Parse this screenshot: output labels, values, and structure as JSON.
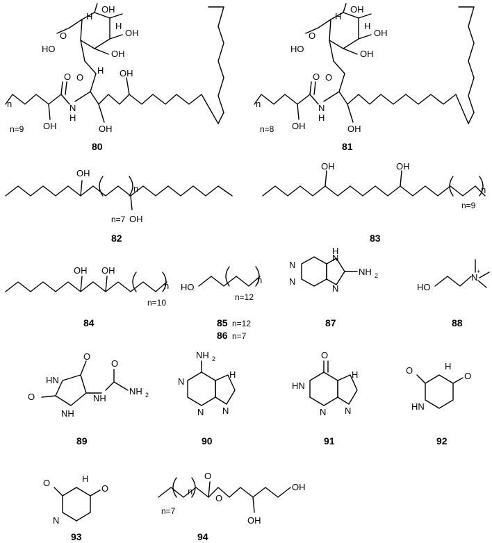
{
  "compounds": [
    {
      "id": "80",
      "label": "80",
      "note": "n=9"
    },
    {
      "id": "81",
      "label": "81",
      "note": "n=8"
    },
    {
      "id": "82",
      "label": "82",
      "note": "n=7"
    },
    {
      "id": "83",
      "label": "83",
      "note": "n=9"
    },
    {
      "id": "84",
      "label": "84",
      "note": "n=10"
    },
    {
      "id": "85",
      "label": "85",
      "note": "n=12"
    },
    {
      "id": "86",
      "label": "86",
      "note": "n=7"
    },
    {
      "id": "87",
      "label": "87"
    },
    {
      "id": "88",
      "label": "88"
    },
    {
      "id": "89",
      "label": "89"
    },
    {
      "id": "90",
      "label": "90"
    },
    {
      "id": "91",
      "label": "91"
    },
    {
      "id": "92",
      "label": "92"
    },
    {
      "id": "93",
      "label": "93"
    },
    {
      "id": "94",
      "label": "94",
      "note": "n=7"
    }
  ],
  "atoms": {
    "oh": "OH",
    "ho": "HO",
    "o": "O",
    "n": "n",
    "h": "H",
    "nh": "NH",
    "hn": "HN",
    "nh2": "NH",
    "n_atom": "N",
    "two": "2",
    "plus": "+"
  }
}
